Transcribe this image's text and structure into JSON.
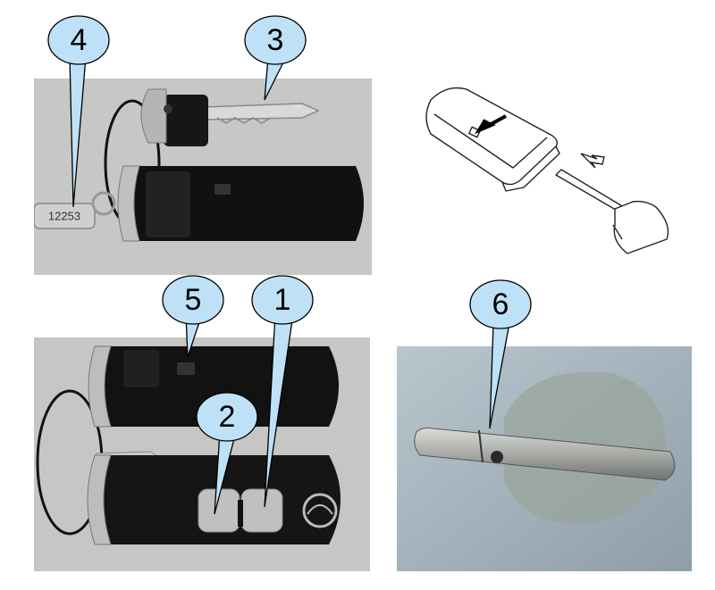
{
  "key_tag_number": "12253",
  "callouts": [
    {
      "id": "callout-4",
      "label": "4"
    },
    {
      "id": "callout-3",
      "label": "3"
    },
    {
      "id": "callout-5",
      "label": "5"
    },
    {
      "id": "callout-1",
      "label": "1"
    },
    {
      "id": "callout-2",
      "label": "2"
    },
    {
      "id": "callout-6",
      "label": "6"
    }
  ],
  "colors": {
    "callout_fill": "#bfe1f7",
    "photo_bg": "#c9c9c9",
    "fob_body": "#1a1a1a",
    "door_panel": "#a8b8c2"
  }
}
